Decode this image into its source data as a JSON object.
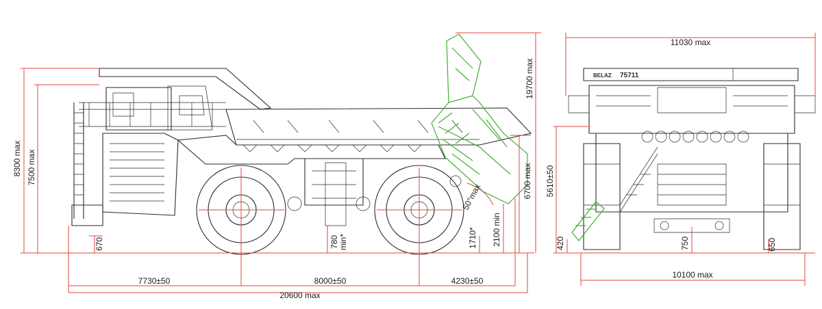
{
  "brand": {
    "logo_text": "BELAZ",
    "model": "75711"
  },
  "colors": {
    "dimension": "#e0463c",
    "outline": "#2a2a2a",
    "raised_body": "#3fae2f"
  },
  "side_view": {
    "length_front": "7730±50",
    "wheelbase": "8000±50",
    "length_rear": "4230±50",
    "overall_length": "20600 max",
    "height_canopy": "8300 max",
    "height_body": "7500 max",
    "clearance_front": "670",
    "clearance_center": "780",
    "clearance_center_note": "min*",
    "dump_angle": "50°max",
    "rear_angle": "1710*",
    "dump_clearance": "2100 min",
    "rear_height": "6700 max",
    "dump_height": "19700 max"
  },
  "front_view": {
    "overall_width": "11030 max",
    "track_width": "10100 max",
    "axle_height": "5610±50",
    "step_height": "420",
    "center_clearance": "750",
    "side_clearance": "650"
  }
}
